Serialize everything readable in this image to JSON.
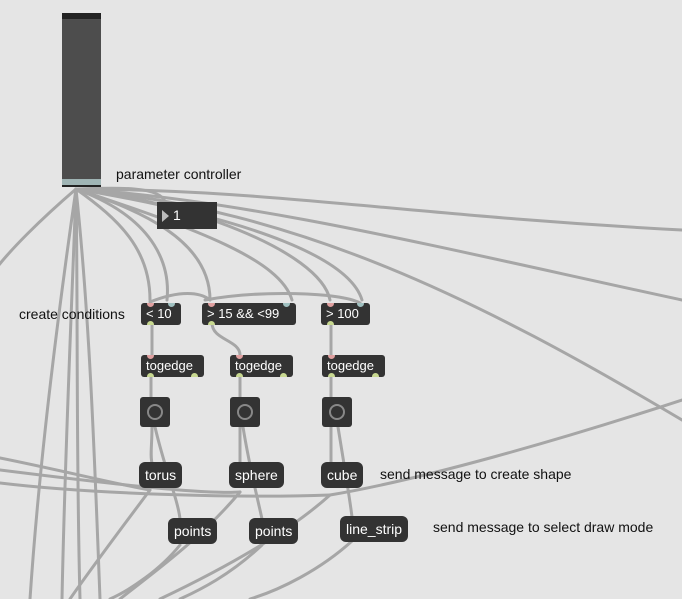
{
  "slider": {
    "value_fraction": 0.06,
    "knob_color": "#9fb4b4"
  },
  "comments": {
    "parameter_controller": "parameter controller",
    "create_conditions": "create conditions",
    "send_create_shape": "send message to create shape",
    "send_draw_mode": "send message to select draw mode"
  },
  "number_box": {
    "value": "1"
  },
  "conditions": [
    "< 10",
    "> 15 && <99",
    "> 100"
  ],
  "togedge": [
    "togedge",
    "togedge",
    "togedge"
  ],
  "shapes": [
    "torus",
    "sphere",
    "cube"
  ],
  "draw_modes": [
    "points",
    "points",
    "line_strip"
  ],
  "colors": {
    "canvas": "#e5e5e5",
    "object": "#333333",
    "cable": "#a8a8a8"
  }
}
